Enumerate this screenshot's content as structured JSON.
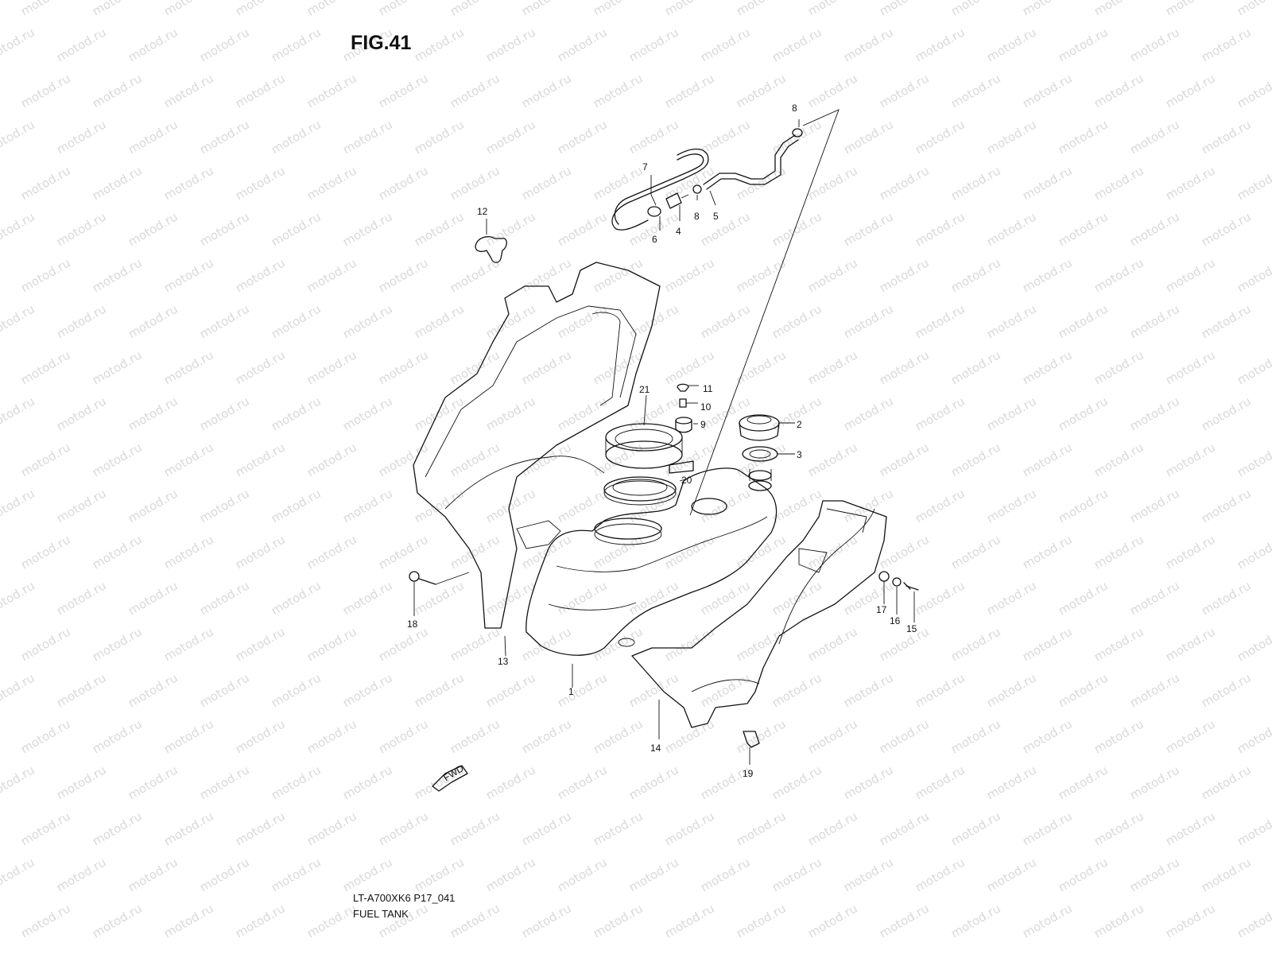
{
  "figure": {
    "title": "FIG.41",
    "model_code": "LT-A700XK6 P17_041",
    "name": "FUEL TANK",
    "watermark": "motod.ru",
    "fwd_label": "FWD"
  },
  "callouts": [
    {
      "key": "p1",
      "label": "1"
    },
    {
      "key": "p2",
      "label": "2"
    },
    {
      "key": "p3",
      "label": "3"
    },
    {
      "key": "p4",
      "label": "4"
    },
    {
      "key": "p5",
      "label": "5"
    },
    {
      "key": "p6",
      "label": "6"
    },
    {
      "key": "p7",
      "label": "7"
    },
    {
      "key": "p8a",
      "label": "8"
    },
    {
      "key": "p8b",
      "label": "8"
    },
    {
      "key": "p9",
      "label": "9"
    },
    {
      "key": "p10",
      "label": "10"
    },
    {
      "key": "p11",
      "label": "11"
    },
    {
      "key": "p12",
      "label": "12"
    },
    {
      "key": "p13",
      "label": "13"
    },
    {
      "key": "p14",
      "label": "14"
    },
    {
      "key": "p15",
      "label": "15"
    },
    {
      "key": "p16",
      "label": "16"
    },
    {
      "key": "p17",
      "label": "17"
    },
    {
      "key": "p18",
      "label": "18"
    },
    {
      "key": "p19",
      "label": "19"
    },
    {
      "key": "p20",
      "label": "20"
    },
    {
      "key": "p21",
      "label": "21"
    }
  ]
}
